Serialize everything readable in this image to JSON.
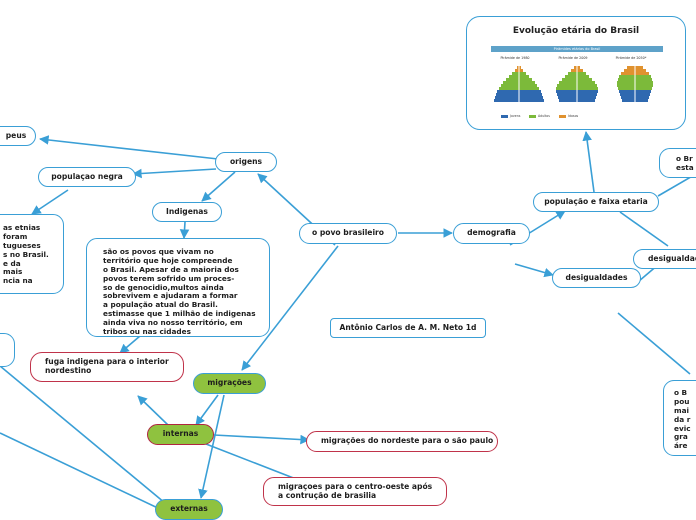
{
  "nodes": {
    "europeus": "peus",
    "origens": "origens",
    "populacao_negra": "populaçao negra",
    "indigenas": "Indigenas",
    "etnias_text": "as etnias\nforam\ntugueses\ns no Brasil.\ne da\nmais\nncia na",
    "indigenas_text": "são os povos que vivam no\nterritório que hoje compreende\no Brasil. Apesar de a maioria dos\npovos terem sofrido um proces-\nso de genocidio,multos ainda\nsobrevivem e ajudaram a formar\na população atual do Brasil.\nestimasse que 1 milhão de indigenas\nainda viva no nosso território, em\ntribos ou nas cidades",
    "povo_brasileiro": "o povo brasileiro",
    "demografia": "demografia",
    "populacao_faixa": "população e faixa etaria",
    "desigualdades": "desigualdades",
    "desigualdades_right": "desigualdad",
    "o_brasil_est": "o Br\nesta",
    "o_brasil_long": "o B\npou\nmai\nda r\nevic\ngra\náre",
    "autor": "Antônio Carlos de A. M. Neto 1d",
    "fuga": "fuga indigena para o interior\nnordestino",
    "migracoes": "migrações",
    "internas": "internas",
    "externas": "externas",
    "mig_nordeste": "migrações do nordeste para o são paulo",
    "mig_centro": "migraçoes para o centro-oeste após\na contrução de brasilia"
  },
  "image_node": {
    "title": "Evolução etária do Brasil",
    "band": "Pirâmides etárias do Brasil",
    "pyramids": [
      "Pirâmide de 1980",
      "Pirâmide de 2009",
      "Pirâmide de 2050*"
    ],
    "legend": [
      "Jovens",
      "Adultos",
      "Idosos"
    ],
    "colors": {
      "jovens": "#2f69b0",
      "adultos": "#7cba3a",
      "idosos": "#e0922f"
    }
  }
}
